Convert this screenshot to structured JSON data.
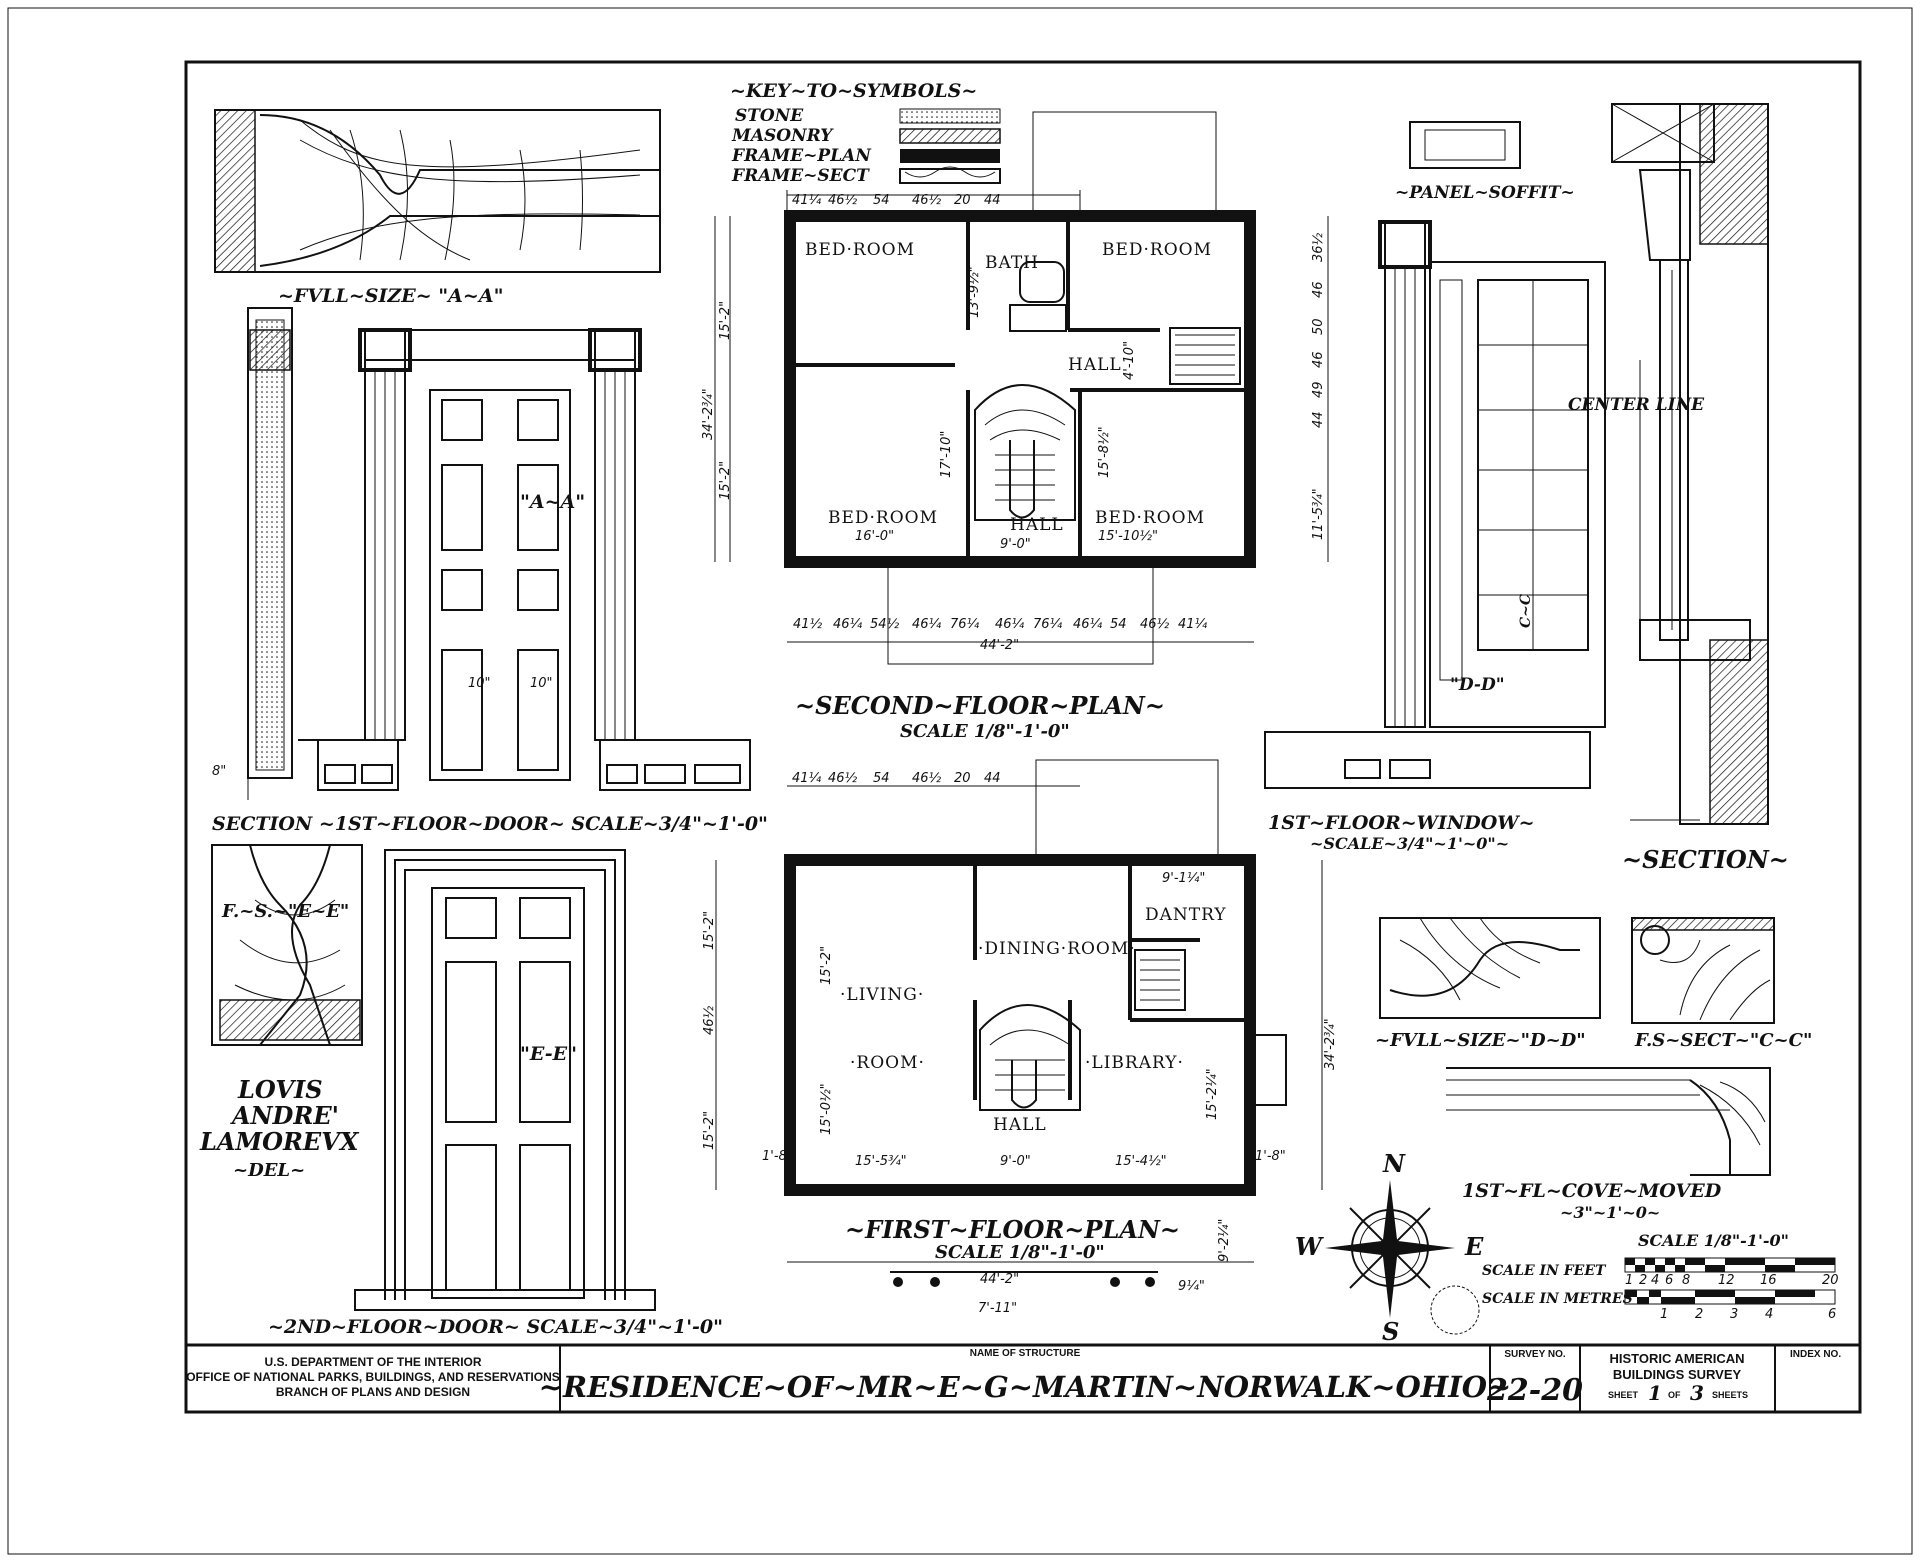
{
  "key": {
    "title": "~KEY~TO~SYMBOLS~",
    "items": [
      "STONE",
      "MASONRY",
      "FRAME~PLAN",
      "FRAME~SECT"
    ]
  },
  "details": {
    "full_size_aa": "~FVLL~SIZE~ \"A~A\"",
    "label_aa": "\"A~A\"",
    "first_floor_door": "SECTION  ~1ST~FLOOR~DOOR~ SCALE~3/4\"~1'-0\"",
    "second_floor_door": "~2ND~FLOOR~DOOR~  SCALE~3/4\"~1'-0\"",
    "label_ee": "\"E-E\"",
    "fs_ee": "F.~S.~\"E~E\"",
    "panel_soffit": "~PANEL~SOFFIT~",
    "center_line": "CENTER LINE",
    "label_dd_mark": "\"D-D\"",
    "label_cc_mark": "C~C",
    "first_floor_window": "1ST~FLOOR~WINDOW~",
    "window_scale": "~SCALE~3/4\"~1'~0\"~",
    "section": "~SECTION~",
    "full_size_dd": "~FVLL~SIZE~\"D~D\"",
    "fs_sect_cc": "F.S~SECT~\"C~C\"",
    "cove": "1ST~FL~COVE~MOVED",
    "cove_scale": "~3\"~1'~0~"
  },
  "delineator": {
    "name_line1": "LOVIS",
    "name_line2": "ANDRE'",
    "name_line3": "LAMOREVX",
    "role": "~DEL~"
  },
  "second_floor": {
    "title": "~SECOND~FLOOR~PLAN~",
    "scale": "SCALE 1/8\"-1'-0\"",
    "rooms": [
      "BED·ROOM",
      "BATH",
      "BED·ROOM",
      "HALL",
      "BED·ROOM",
      "HALL",
      "BED·ROOM"
    ],
    "top_dims": [
      "41¼",
      "46½",
      "54",
      "46½",
      "20",
      "44"
    ],
    "bottom_dims": [
      "41½",
      "46¼",
      "54½",
      "46¼",
      "76¼",
      "46¼",
      "76¼",
      "46¼",
      "54",
      "46½",
      "41¼"
    ],
    "overall_width": "44'-2\"",
    "left_dims": [
      "15'-2\"",
      "34'-2¾\"",
      "15'-2\""
    ],
    "right_dims": [
      "36½",
      "46",
      "50",
      "46",
      "49",
      "44",
      "11'-5¾\""
    ],
    "inner_dims": [
      "16'-0\"",
      "9'-0\"",
      "15'-10½\"",
      "17'-10\"",
      "15'-8½\"",
      "13'-9½\"",
      "4'-10\""
    ]
  },
  "first_floor": {
    "title": "~FIRST~FLOOR~PLAN~",
    "scale": "SCALE 1/8\"-1'-0\"",
    "rooms": [
      "·LIVING·",
      "·ROOM·",
      "·DINING·ROOM·",
      "DANTRY",
      "·LIBRARY·",
      "HALL"
    ],
    "top_dims": [
      "41¼",
      "46½",
      "54",
      "46½",
      "20",
      "44"
    ],
    "overall_width": "44'-2\"",
    "left_dims": [
      "15'-2\"",
      "46½",
      "15'-2\""
    ],
    "right_dims": [
      "34'-2¾\""
    ],
    "inner_dims": [
      "15'-5¾\"",
      "9'-0\"",
      "15'-4½\"",
      "15'-2\"",
      "15'-0½\"",
      "15'-2¼\"",
      "9'-1¼\"",
      "1'-8\"",
      "1'-8\"",
      "7'-11\"",
      "9¼\"",
      "9'-2¼\""
    ]
  },
  "compass": {
    "n": "N",
    "s": "S",
    "e": "E",
    "w": "W"
  },
  "scale_bar": {
    "title": "SCALE 1/8\"-1'-0\"",
    "feet_label": "SCALE IN FEET",
    "metres_label": "SCALE IN METRES",
    "feet_ticks": [
      "1",
      "2",
      "4",
      "6",
      "8",
      "12",
      "16",
      "20"
    ],
    "metre_ticks": [
      "1",
      "2",
      "3",
      "4",
      "6"
    ]
  },
  "title_block": {
    "dept_line1": "U.S. DEPARTMENT OF THE INTERIOR",
    "dept_line2": "OFFICE OF NATIONAL PARKS, BUILDINGS, AND RESERVATIONS",
    "dept_line3": "BRANCH OF PLANS AND DESIGN",
    "name_label": "NAME OF STRUCTURE",
    "name_value": "~RESIDENCE~OF~MR~E~G~MARTIN~NORWALK~OHIO~",
    "survey_label": "SURVEY NO.",
    "survey_value": "22-20",
    "habs_line1": "HISTORIC AMERICAN",
    "habs_line2": "BUILDINGS SURVEY",
    "sheet_prefix": "SHEET",
    "sheet_num": "1",
    "sheet_of": "OF",
    "sheet_total": "3",
    "sheet_suffix": "SHEETS",
    "index_label": "INDEX NO."
  },
  "colors": {
    "ink": "#111111",
    "paper": "#ffffff"
  }
}
